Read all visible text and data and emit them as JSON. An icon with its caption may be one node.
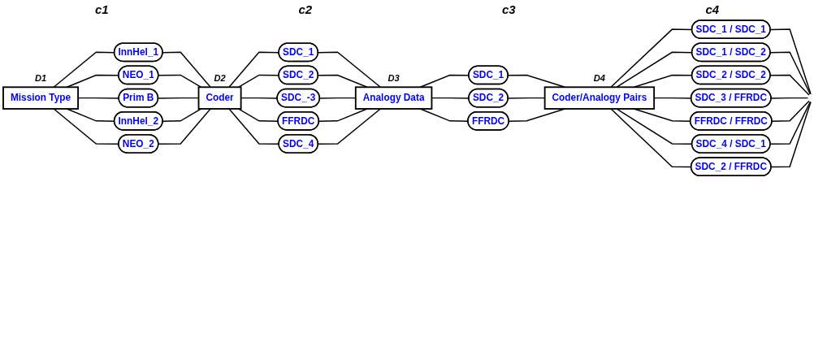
{
  "diagram": {
    "nodes": [
      {
        "text": [
          "Mission Type"
        ],
        "beside": [
          "D1"
        ]
      },
      {
        "text": [
          "InnHel_1"
        ]
      },
      {
        "text": [
          "NEO_1"
        ]
      },
      {
        "text": [
          "Prim B"
        ]
      },
      {
        "text": [
          "InnHel_2"
        ]
      },
      {
        "text": [
          "NEO_2"
        ]
      },
      {
        "text": [
          "Coder"
        ],
        "beside": [
          "D2"
        ]
      },
      {
        "text": [
          "SDC_1"
        ]
      },
      {
        "text": [
          "SDC_2"
        ]
      },
      {
        "text": [
          "SDC_-3"
        ]
      },
      {
        "text": [
          "FFRDC"
        ]
      },
      {
        "text": [
          "SDC_4"
        ]
      },
      {
        "text": [
          "Analogy Data"
        ],
        "beside": [
          "D3"
        ]
      },
      {
        "text": [
          "SDC_1"
        ]
      },
      {
        "text": [
          "SDC_2"
        ]
      },
      {
        "text": [
          "FFRDC"
        ]
      },
      {
        "text": [
          "Coder/Analogy Pairs"
        ],
        "beside": [
          "D4"
        ]
      },
      {
        "text": [
          "SDC_1 / SDC_1"
        ]
      },
      {
        "text": [
          "SDC_1 / SDC_2"
        ]
      },
      {
        "text": [
          "SDC_2 / SDC_2"
        ]
      },
      {
        "text": [
          "SDC_3 / FFRDC"
        ]
      },
      {
        "text": [
          "FFRDC / FFRDC"
        ]
      },
      {
        "text": [
          "SDC_4 / SDC_1"
        ]
      },
      {
        "text": [
          "SDC_2 / FFRDC"
        ]
      }
    ],
    "edges": [
      {
        "from": 0,
        "to": 1,
        "arrow": "none"
      },
      {
        "from": 0,
        "to": 2,
        "arrow": "none"
      },
      {
        "from": 0,
        "to": 3,
        "arrow": "none"
      },
      {
        "from": 0,
        "to": 4,
        "arrow": "none"
      },
      {
        "from": 0,
        "to": 5,
        "arrow": "none"
      },
      {
        "from": 1,
        "to": 6,
        "arrow": "none"
      },
      {
        "from": 2,
        "to": 6,
        "arrow": "none"
      },
      {
        "from": 3,
        "to": 6,
        "arrow": "none"
      },
      {
        "from": 4,
        "to": 6,
        "arrow": "none"
      },
      {
        "from": 5,
        "to": 6,
        "arrow": "none"
      },
      {
        "from": 6,
        "to": 7,
        "arrow": "none"
      },
      {
        "from": 6,
        "to": 8,
        "arrow": "none"
      },
      {
        "from": 6,
        "to": 9,
        "arrow": "none"
      },
      {
        "from": 6,
        "to": 10,
        "arrow": "none"
      },
      {
        "from": 6,
        "to": 11,
        "arrow": "none"
      },
      {
        "from": 7,
        "to": 12,
        "arrow": "none"
      },
      {
        "from": 8,
        "to": 12,
        "arrow": "none"
      },
      {
        "from": 9,
        "to": 12,
        "arrow": "none"
      },
      {
        "from": 10,
        "to": 12,
        "arrow": "none"
      },
      {
        "from": 11,
        "to": 12,
        "arrow": "none"
      },
      {
        "from": 12,
        "to": 13,
        "arrow": "none"
      },
      {
        "from": 12,
        "to": 14,
        "arrow": "none"
      },
      {
        "from": 12,
        "to": 15,
        "arrow": "none"
      },
      {
        "from": 13,
        "to": 16,
        "arrow": "none"
      },
      {
        "from": 14,
        "to": 16,
        "arrow": "none"
      },
      {
        "from": 15,
        "to": 16,
        "arrow": "none"
      },
      {
        "from": 16,
        "to": 17,
        "arrow": "none"
      },
      {
        "from": 16,
        "to": 18,
        "arrow": "none"
      },
      {
        "from": 16,
        "to": 19,
        "arrow": "none"
      },
      {
        "from": 16,
        "to": 20,
        "arrow": "none"
      },
      {
        "from": 16,
        "to": 21,
        "arrow": "none"
      },
      {
        "from": 16,
        "to": 22,
        "arrow": "none"
      },
      {
        "from": 16,
        "to": 23,
        "arrow": "none"
      },
      {
        "from": 17,
        "to": null,
        "arrow": "none"
      },
      {
        "from": 18,
        "to": null,
        "arrow": "none"
      },
      {
        "from": 19,
        "to": null,
        "arrow": "none"
      },
      {
        "from": 20,
        "to": null,
        "arrow": "none"
      },
      {
        "from": 21,
        "to": null,
        "arrow": "none"
      },
      {
        "from": 22,
        "to": null,
        "arrow": "none"
      },
      {
        "from": 23,
        "to": null,
        "arrow": "none"
      }
    ],
    "labels": [
      "c1",
      "c2",
      "c3",
      "c4"
    ]
  }
}
